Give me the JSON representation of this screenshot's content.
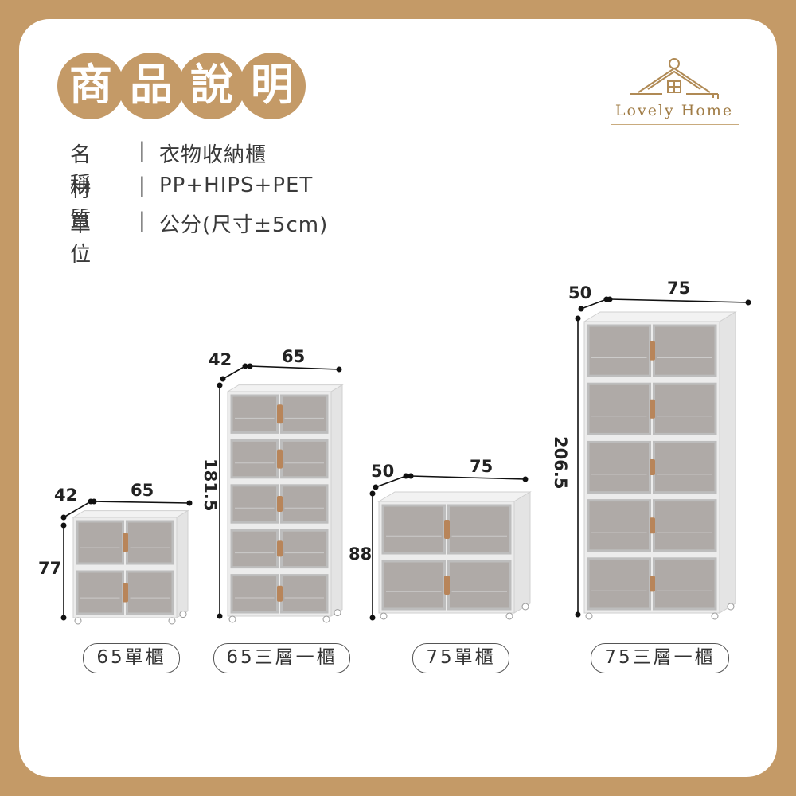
{
  "header": {
    "title_chars": [
      "商",
      "品",
      "說",
      "明"
    ],
    "brand": "Lovely Home"
  },
  "specs": [
    {
      "key": "名稱",
      "sep": "|",
      "value": "衣物收納櫃"
    },
    {
      "key": "材質",
      "sep": "|",
      "value": "PP+HIPS+PET"
    },
    {
      "key": "單位",
      "sep": "|",
      "value": "公分(尺寸±5cm)"
    }
  ],
  "products": [
    {
      "name": "65單櫃",
      "depth": "42",
      "width": "65",
      "height": "77"
    },
    {
      "name": "65三層一櫃",
      "depth": "42",
      "width": "65",
      "height": "181.5"
    },
    {
      "name": "75單櫃",
      "depth": "50",
      "width": "75",
      "height": "88"
    },
    {
      "name": "75三層一櫃",
      "depth": "50",
      "width": "75",
      "height": "206.5"
    }
  ],
  "colors": {
    "background": "#c49a67",
    "card": "#ffffff",
    "accent": "#c49a67",
    "handle": "#b8855a",
    "cabinet_frame": "#ececec",
    "panel": "#7d7570"
  }
}
